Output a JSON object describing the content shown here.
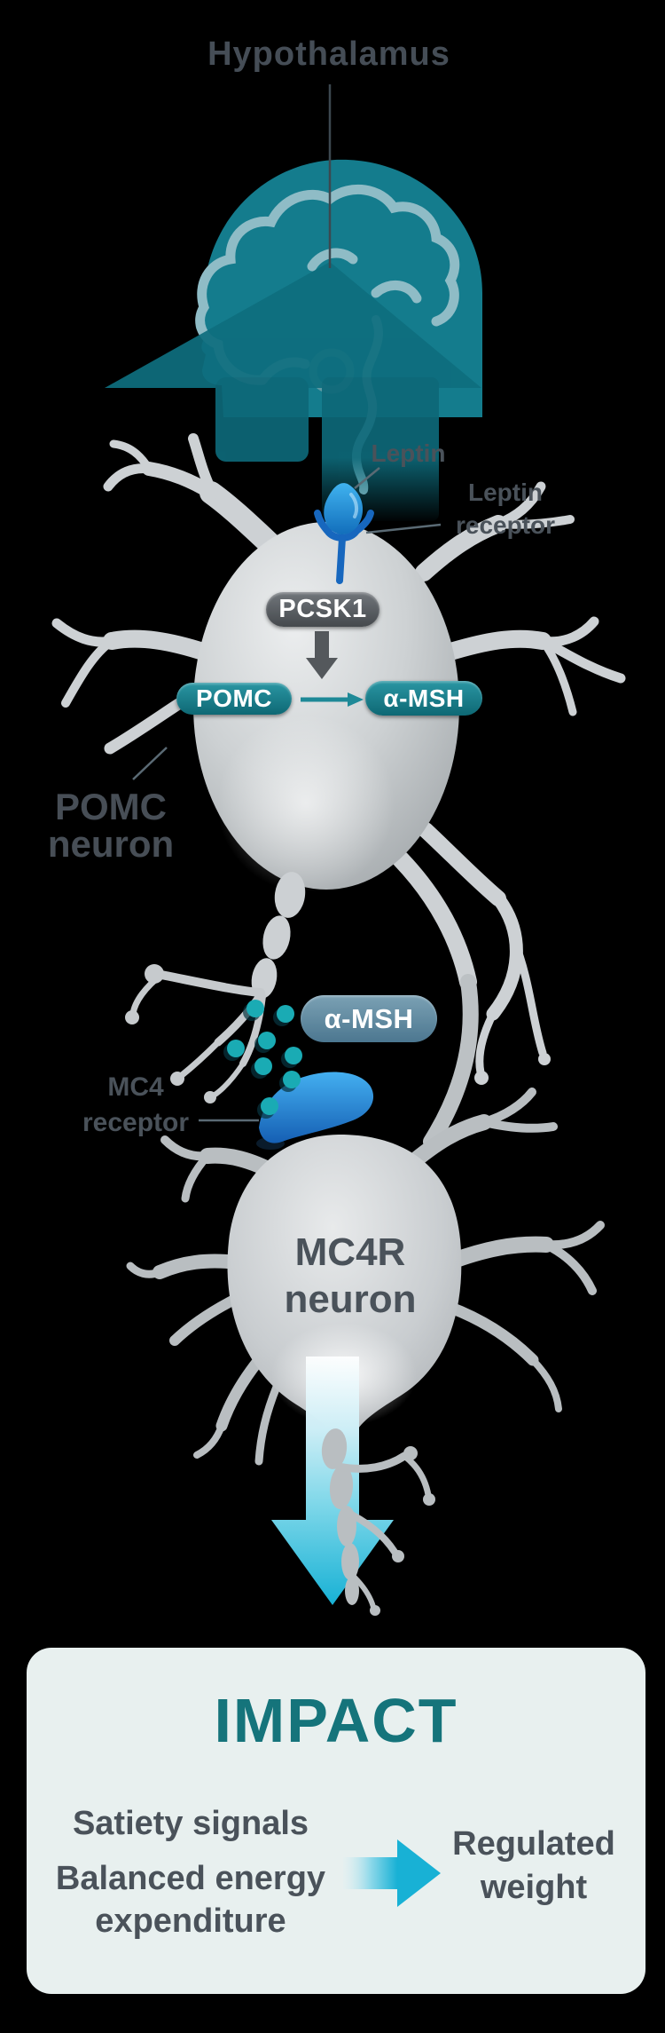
{
  "figure": {
    "title": "Hypothalamus"
  },
  "pomc": {
    "leptin_label": "Leptin",
    "leptin_receptor_label": {
      "line1": "Leptin",
      "line2": "receptor"
    },
    "pcsk1_pill": "PCSK1",
    "pomc_pill": "POMC",
    "amsh_pill": "α-MSH",
    "neuron_label": {
      "line1": "POMC",
      "line2": "neuron"
    }
  },
  "mc4r": {
    "amsh_pill": "α-MSH",
    "receptor_label": {
      "line1": "MC4",
      "line2": "receptor"
    },
    "neuron_label": {
      "line1": "MC4R",
      "line2": "neuron"
    }
  },
  "impact": {
    "title": "IMPACT",
    "outcomes": [
      "Satiety signals",
      "Balanced energy expenditure"
    ],
    "result": "Regulated weight"
  },
  "colors": {
    "background": "#000000",
    "head_teal": "#147c8d",
    "brain_outline": "#8fbcc6",
    "up_arrow_teal": "#0e6e7e",
    "label_gray": "#4a525a",
    "neuron_silver": "#c9cdd0",
    "pill_teal": "#15737f",
    "pill_gray": "#54585c",
    "pill_slate": "#527d98",
    "leptin_blue": "#2196e0",
    "dot_teal": "#1aabb4",
    "accent_cyan": "#18b2d6",
    "impact_bg": "#e8f0ef",
    "impact_teal": "#15747b"
  }
}
